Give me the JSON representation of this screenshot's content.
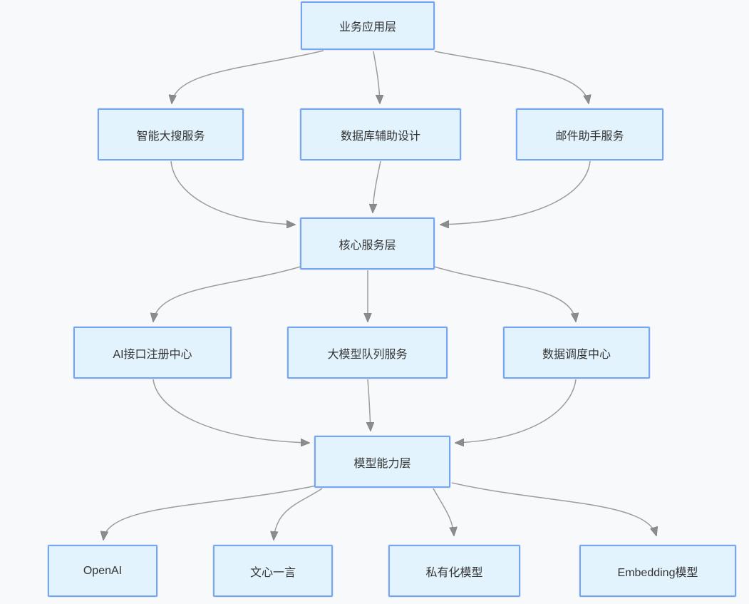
{
  "diagram": {
    "type": "flowchart-top-down",
    "nodes": [
      {
        "id": "biz",
        "label": "业务应用层"
      },
      {
        "id": "search",
        "label": "智能大搜服务"
      },
      {
        "id": "db",
        "label": "数据库辅助设计"
      },
      {
        "id": "mail",
        "label": "邮件助手服务"
      },
      {
        "id": "core",
        "label": "核心服务层"
      },
      {
        "id": "ai",
        "label": "AI接口注册中心"
      },
      {
        "id": "queue",
        "label": "大模型队列服务"
      },
      {
        "id": "data",
        "label": "数据调度中心"
      },
      {
        "id": "model",
        "label": "模型能力层"
      },
      {
        "id": "openai",
        "label": "OpenAI"
      },
      {
        "id": "wenxin",
        "label": "文心一言"
      },
      {
        "id": "private",
        "label": "私有化模型"
      },
      {
        "id": "embed",
        "label": "Embedding模型"
      }
    ],
    "edges": [
      {
        "from": "业务应用层",
        "to": "智能大搜服务"
      },
      {
        "from": "业务应用层",
        "to": "数据库辅助设计"
      },
      {
        "from": "业务应用层",
        "to": "邮件助手服务"
      },
      {
        "from": "智能大搜服务",
        "to": "核心服务层"
      },
      {
        "from": "数据库辅助设计",
        "to": "核心服务层"
      },
      {
        "from": "邮件助手服务",
        "to": "核心服务层"
      },
      {
        "from": "核心服务层",
        "to": "AI接口注册中心"
      },
      {
        "from": "核心服务层",
        "to": "大模型队列服务"
      },
      {
        "from": "核心服务层",
        "to": "数据调度中心"
      },
      {
        "from": "AI接口注册中心",
        "to": "模型能力层"
      },
      {
        "from": "大模型队列服务",
        "to": "模型能力层"
      },
      {
        "from": "数据调度中心",
        "to": "模型能力层"
      },
      {
        "from": "模型能力层",
        "to": "OpenAI"
      },
      {
        "from": "模型能力层",
        "to": "文心一言"
      },
      {
        "from": "模型能力层",
        "to": "私有化模型"
      },
      {
        "from": "模型能力层",
        "to": "Embedding模型"
      }
    ],
    "colors": {
      "background": "#f8f9fb",
      "node_fill": "#e3f3fd",
      "node_border": "#76a6f0",
      "node_text": "#333333",
      "edge_line": "#9c9c9c",
      "arrowhead": "#8c8c8c"
    }
  }
}
